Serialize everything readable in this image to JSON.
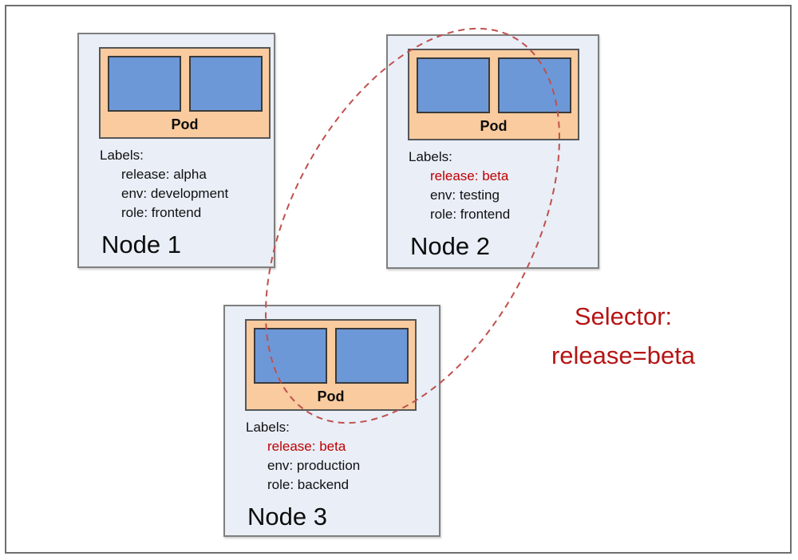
{
  "nodes": [
    {
      "title": "Node 1",
      "pod_label": "Pod",
      "labels_heading": "Labels:",
      "labels": [
        {
          "text": "release: alpha",
          "style": ""
        },
        {
          "text": "env: development",
          "style": ""
        },
        {
          "text": "role: frontend",
          "style": ""
        }
      ]
    },
    {
      "title": "Node 2",
      "pod_label": "Pod",
      "labels_heading": "Labels:",
      "labels": [
        {
          "text": "release: beta",
          "style": "red"
        },
        {
          "text": "env: testing",
          "style": ""
        },
        {
          "text": "role: frontend",
          "style": ""
        }
      ]
    },
    {
      "title": "Node 3",
      "pod_label": "Pod",
      "labels_heading": "Labels:",
      "labels": [
        {
          "text": "release: beta",
          "style": "red"
        },
        {
          "text": "env: production",
          "style": ""
        },
        {
          "text": "role: backend",
          "style": ""
        }
      ]
    }
  ],
  "selector": {
    "line1": "Selector:",
    "line2": "release=beta"
  },
  "colors": {
    "node_background": "#e9eef7",
    "node_border": "#7f7f7f",
    "pod_background": "#f9cb9e",
    "container_fill": "#6d98d7",
    "label_highlight_red": "#c00000",
    "selector_text_red": "#b61414",
    "selector_ellipse_red": "#c0504d"
  }
}
